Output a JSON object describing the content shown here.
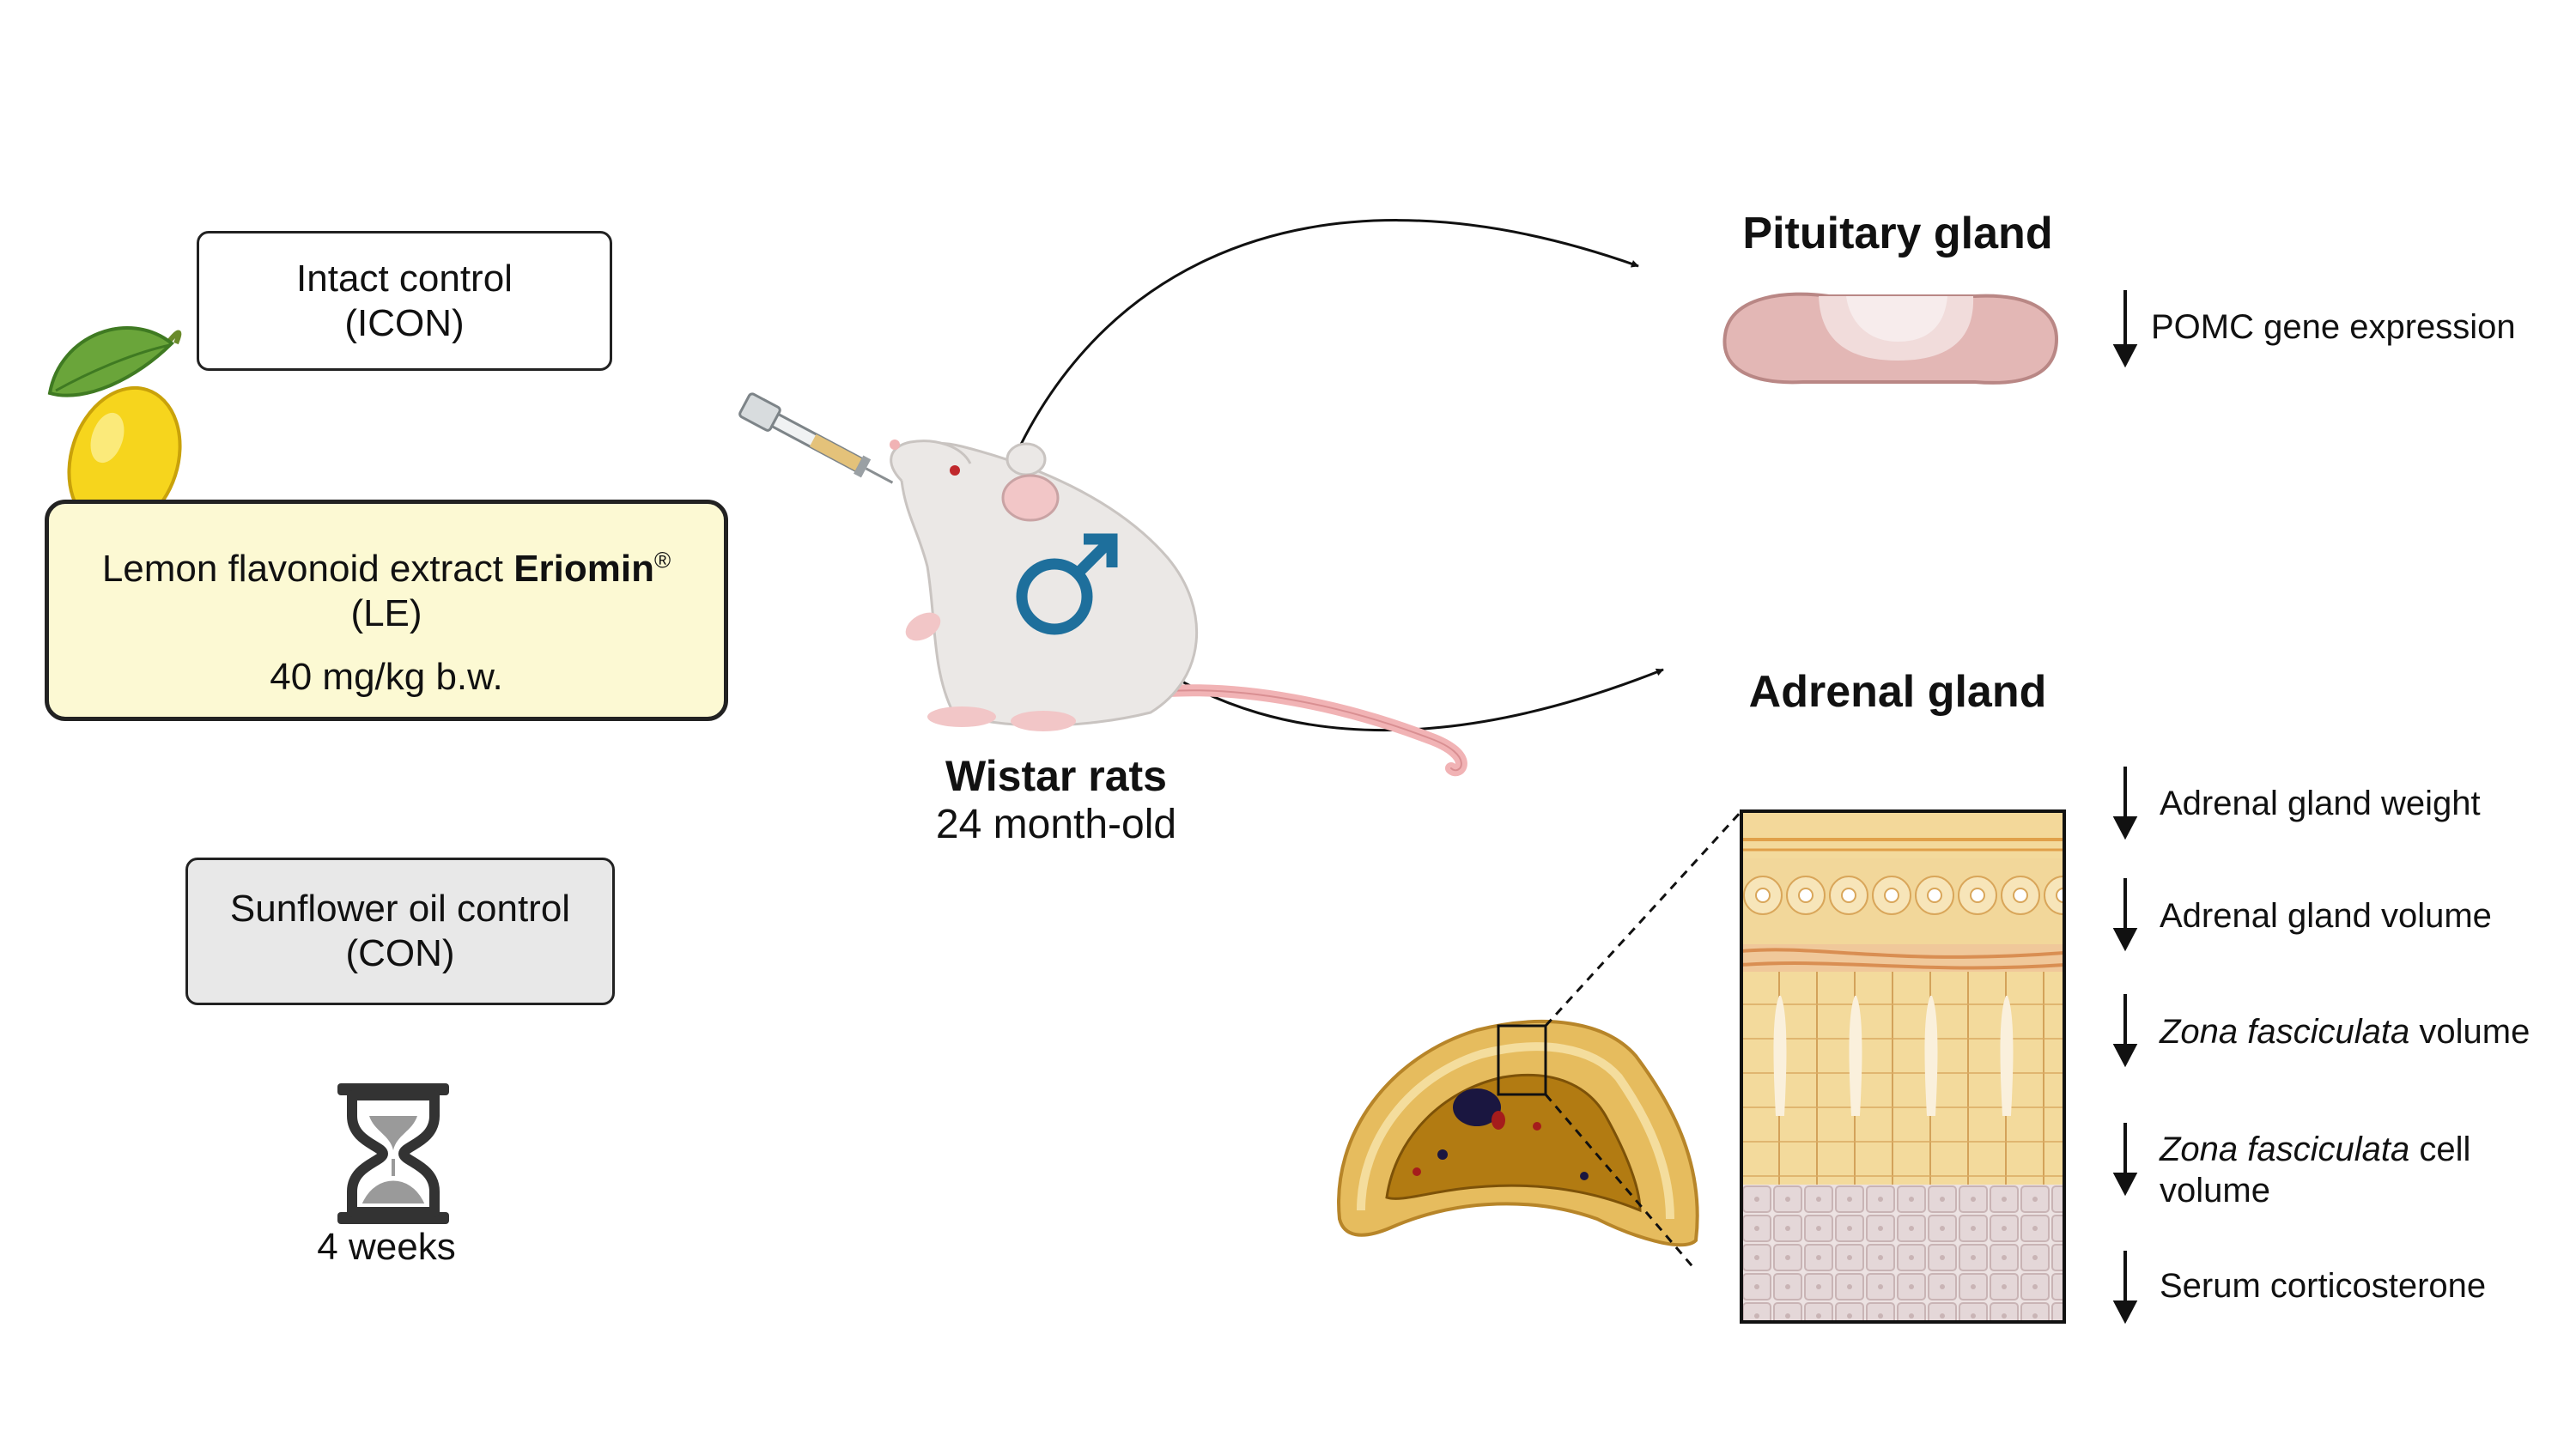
{
  "groups": {
    "icon": {
      "line1": "Intact control",
      "line2": "(ICON)"
    },
    "le": {
      "line1_prefix": "Lemon flavonoid extract ",
      "line1_brand": "Eriomin",
      "line1_sup": "®",
      "line2": "(LE)",
      "dose": "40 mg/kg b.w."
    },
    "con": {
      "line1": "Sunflower oil control",
      "line2": "(CON)"
    }
  },
  "duration": "4 weeks",
  "animal": {
    "name": "Wistar rats",
    "age": "24 month-old"
  },
  "pituitary": {
    "title": "Pituitary gland",
    "effects": [
      "POMC gene expression"
    ]
  },
  "adrenal": {
    "title": "Adrenal gland",
    "effects": [
      {
        "italic": "",
        "text": "Adrenal gland weight"
      },
      {
        "italic": "",
        "text": "Adrenal gland volume"
      },
      {
        "italic": "Zona fasciculata",
        "text": " volume"
      },
      {
        "italic": "Zona fasciculata",
        "text": " cell",
        "line2": "volume"
      },
      {
        "italic": "",
        "text": "Serum corticosterone"
      }
    ]
  },
  "colors": {
    "le_fill": "#fcf9d3",
    "con_fill": "#e8e8e8",
    "male_symbol": "#1e6f9c",
    "pituitary": "#e3b7b5",
    "adrenal_cortex": "#e9c47a",
    "adrenal_medulla": "#b27b12"
  },
  "icons": [
    "lemon-icon",
    "syringe-icon",
    "rat-icon",
    "male-symbol-icon",
    "hourglass-icon",
    "pituitary-icon",
    "adrenal-section-icon",
    "adrenal-histology-icon",
    "down-arrow-icon"
  ]
}
